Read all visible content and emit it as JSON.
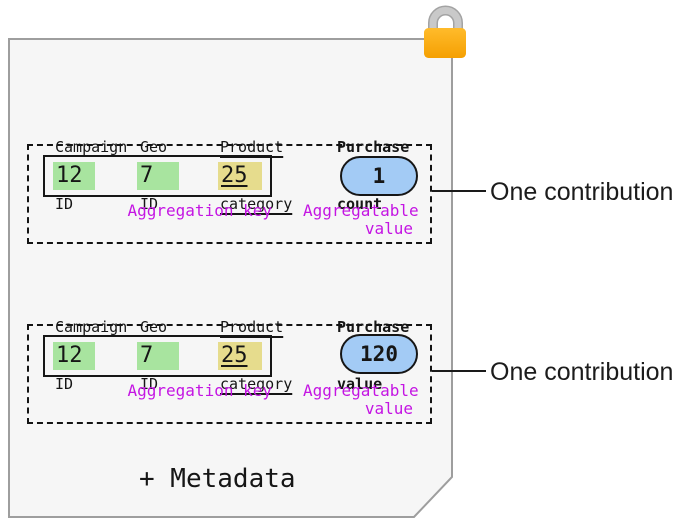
{
  "colors": {
    "page_fill": "#f6f6f6",
    "page_border": "#9e9e9e",
    "ink": "#161616",
    "key_cell_green": "#a8e49f",
    "key_cell_yellow": "#e6dc8d",
    "value_pill_blue": "#a3cbf5",
    "annotation_magenta": "#c415e3",
    "lock_body_orange_top": "#ffbb2b",
    "lock_body_orange_bottom": "#f5a002",
    "lock_shackle_gray": "#c9c9c9"
  },
  "icons": {
    "lock": "padlock-icon"
  },
  "sections": [
    {
      "columns": [
        {
          "line1": "Campaign",
          "line2": "ID"
        },
        {
          "line1": "Geo",
          "line2": "ID"
        },
        {
          "line1": "Product",
          "line2": "category"
        },
        {
          "line1": "Purchase",
          "line2": "count"
        }
      ],
      "key_cells": [
        "12",
        "7",
        "25"
      ],
      "value": "1",
      "aggregation_key_label": "Aggregation key",
      "aggregatable_value_line1": "Aggregatable",
      "aggregatable_value_line2": "value",
      "callout": "One contribution"
    },
    {
      "columns": [
        {
          "line1": "Campaign",
          "line2": "ID"
        },
        {
          "line1": "Geo",
          "line2": "ID"
        },
        {
          "line1": "Product",
          "line2": "category"
        },
        {
          "line1": "Purchase",
          "line2": "value"
        }
      ],
      "key_cells": [
        "12",
        "7",
        "25"
      ],
      "value": "120",
      "aggregation_key_label": "Aggregation key",
      "aggregatable_value_line1": "Aggregatable",
      "aggregatable_value_line2": "value",
      "callout": "One contribution"
    }
  ],
  "footer": {
    "metadata_label": "+ Metadata"
  }
}
